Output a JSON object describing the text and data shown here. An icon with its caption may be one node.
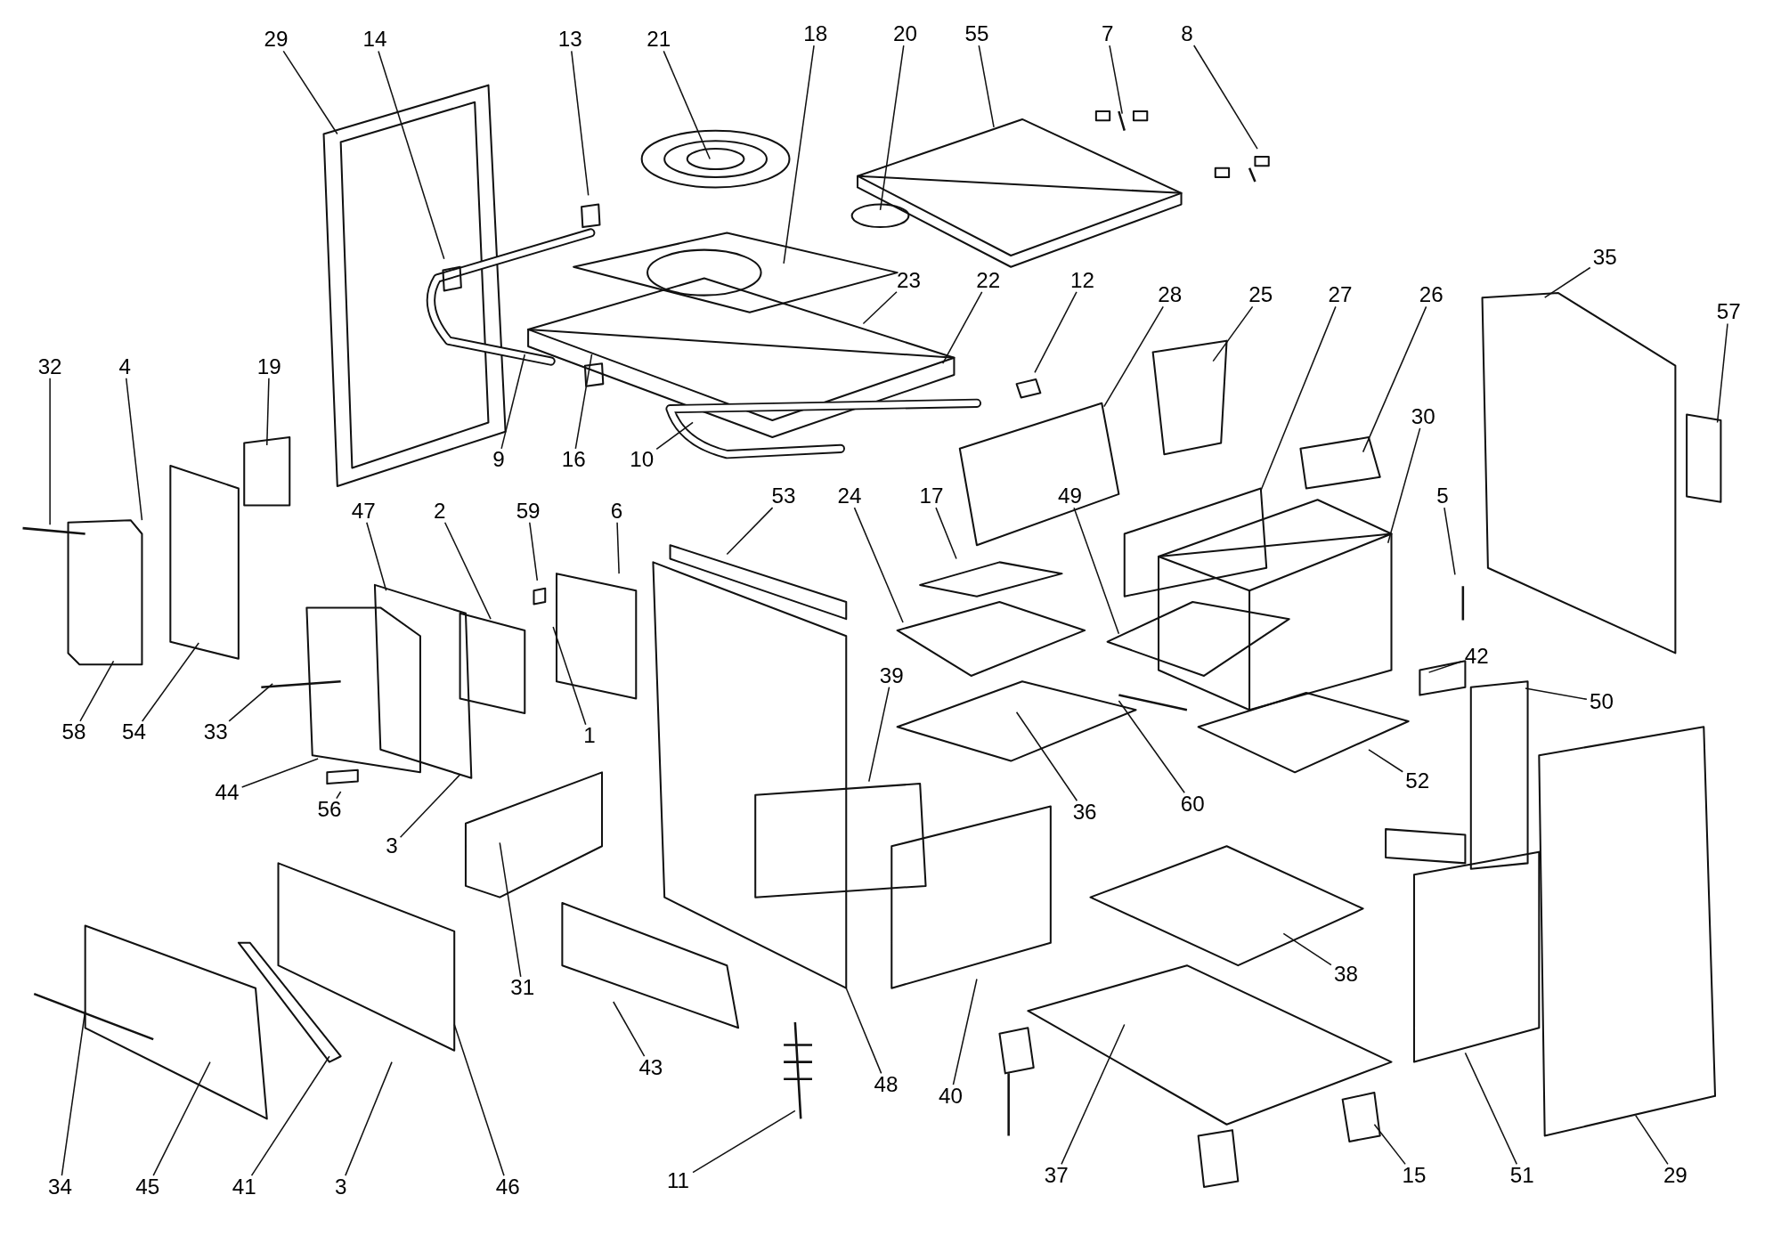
{
  "diagram": {
    "nodes": [
      {
        "text": [
          "29"
        ]
      },
      {
        "text": [
          "14"
        ]
      },
      {
        "text": [
          "13"
        ]
      },
      {
        "text": [
          "21"
        ]
      },
      {
        "text": [
          "18"
        ]
      },
      {
        "text": [
          "20"
        ]
      },
      {
        "text": [
          "55"
        ]
      },
      {
        "text": [
          "7"
        ]
      },
      {
        "text": [
          "8"
        ]
      },
      {
        "text": [
          "35"
        ]
      },
      {
        "text": [
          "23"
        ]
      },
      {
        "text": [
          "22"
        ]
      },
      {
        "text": [
          "12"
        ]
      },
      {
        "text": [
          "28"
        ]
      },
      {
        "text": [
          "25"
        ]
      },
      {
        "text": [
          "27"
        ]
      },
      {
        "text": [
          "26"
        ]
      },
      {
        "text": [
          "57"
        ]
      },
      {
        "text": [
          "32"
        ]
      },
      {
        "text": [
          "4"
        ]
      },
      {
        "text": [
          "19"
        ]
      },
      {
        "text": [
          "30"
        ]
      },
      {
        "text": [
          "9"
        ]
      },
      {
        "text": [
          "16"
        ]
      },
      {
        "text": [
          "10"
        ]
      },
      {
        "text": [
          "53"
        ]
      },
      {
        "text": [
          "24"
        ]
      },
      {
        "text": [
          "5"
        ]
      },
      {
        "text": [
          "47"
        ]
      },
      {
        "text": [
          "2"
        ]
      },
      {
        "text": [
          "59"
        ]
      },
      {
        "text": [
          "6"
        ]
      },
      {
        "text": [
          "17"
        ]
      },
      {
        "text": [
          "49"
        ]
      },
      {
        "text": [
          "42"
        ]
      },
      {
        "text": [
          "39"
        ]
      },
      {
        "text": [
          "50"
        ]
      },
      {
        "text": [
          "58"
        ]
      },
      {
        "text": [
          "54"
        ]
      },
      {
        "text": [
          "33"
        ]
      },
      {
        "text": [
          "1"
        ]
      },
      {
        "text": [
          "52"
        ]
      },
      {
        "text": [
          "44"
        ]
      },
      {
        "text": [
          "60"
        ]
      },
      {
        "text": [
          "56"
        ]
      },
      {
        "text": [
          "36"
        ]
      },
      {
        "text": [
          "3"
        ]
      },
      {
        "text": [
          "38"
        ]
      },
      {
        "text": [
          "31"
        ]
      },
      {
        "text": [
          "43"
        ]
      },
      {
        "text": [
          "48"
        ]
      },
      {
        "text": [
          "40"
        ]
      },
      {
        "text": [
          "37"
        ]
      },
      {
        "text": [
          "15"
        ]
      },
      {
        "text": [
          "51"
        ]
      },
      {
        "text": [
          "29"
        ]
      },
      {
        "text": [
          "11"
        ]
      },
      {
        "text": [
          "34"
        ]
      },
      {
        "text": [
          "45"
        ]
      },
      {
        "text": [
          "41"
        ]
      },
      {
        "text": [
          "3"
        ]
      },
      {
        "text": [
          "46"
        ]
      }
    ],
    "edges": [
      {
        "from": 0,
        "to": null,
        "arrow": "none"
      },
      {
        "from": 1,
        "to": null,
        "arrow": "none"
      },
      {
        "from": 2,
        "to": null,
        "arrow": "none"
      },
      {
        "from": 3,
        "to": null,
        "arrow": "none"
      },
      {
        "from": 4,
        "to": null,
        "arrow": "none"
      },
      {
        "from": 5,
        "to": null,
        "arrow": "none"
      },
      {
        "from": 6,
        "to": null,
        "arrow": "none"
      },
      {
        "from": 7,
        "to": null,
        "arrow": "none"
      },
      {
        "from": 8,
        "to": null,
        "arrow": "none"
      },
      {
        "from": 9,
        "to": null,
        "arrow": "none"
      },
      {
        "from": 10,
        "to": null,
        "arrow": "none"
      },
      {
        "from": 11,
        "to": null,
        "arrow": "none"
      },
      {
        "from": 12,
        "to": null,
        "arrow": "none"
      },
      {
        "from": 13,
        "to": null,
        "arrow": "none"
      },
      {
        "from": 14,
        "to": null,
        "arrow": "none"
      },
      {
        "from": 15,
        "to": null,
        "arrow": "none"
      },
      {
        "from": 16,
        "to": null,
        "arrow": "none"
      },
      {
        "from": 17,
        "to": null,
        "arrow": "none"
      },
      {
        "from": 18,
        "to": null,
        "arrow": "none"
      },
      {
        "from": 19,
        "to": null,
        "arrow": "none"
      },
      {
        "from": 20,
        "to": null,
        "arrow": "none"
      },
      {
        "from": 21,
        "to": null,
        "arrow": "none"
      },
      {
        "from": 22,
        "to": null,
        "arrow": "none"
      },
      {
        "from": 23,
        "to": null,
        "arrow": "none"
      },
      {
        "from": 24,
        "to": null,
        "arrow": "none"
      },
      {
        "from": 25,
        "to": null,
        "arrow": "none"
      },
      {
        "from": 26,
        "to": null,
        "arrow": "none"
      },
      {
        "from": 27,
        "to": null,
        "arrow": "none"
      },
      {
        "from": 28,
        "to": null,
        "arrow": "none"
      },
      {
        "from": 29,
        "to": null,
        "arrow": "none"
      },
      {
        "from": 30,
        "to": null,
        "arrow": "none"
      },
      {
        "from": 31,
        "to": null,
        "arrow": "none"
      },
      {
        "from": 32,
        "to": null,
        "arrow": "none"
      },
      {
        "from": 33,
        "to": null,
        "arrow": "none"
      },
      {
        "from": 34,
        "to": null,
        "arrow": "none"
      },
      {
        "from": 35,
        "to": null,
        "arrow": "none"
      },
      {
        "from": 36,
        "to": null,
        "arrow": "none"
      },
      {
        "from": 37,
        "to": null,
        "arrow": "none"
      },
      {
        "from": 38,
        "to": null,
        "arrow": "none"
      },
      {
        "from": 39,
        "to": null,
        "arrow": "none"
      },
      {
        "from": 40,
        "to": null,
        "arrow": "none"
      },
      {
        "from": 41,
        "to": null,
        "arrow": "none"
      },
      {
        "from": 42,
        "to": null,
        "arrow": "none"
      },
      {
        "from": 43,
        "to": null,
        "arrow": "none"
      },
      {
        "from": 44,
        "to": null,
        "arrow": "none"
      },
      {
        "from": 45,
        "to": null,
        "arrow": "none"
      },
      {
        "from": 46,
        "to": null,
        "arrow": "none"
      },
      {
        "from": 47,
        "to": null,
        "arrow": "none"
      },
      {
        "from": 48,
        "to": null,
        "arrow": "none"
      },
      {
        "from": 49,
        "to": null,
        "arrow": "none"
      },
      {
        "from": 50,
        "to": null,
        "arrow": "none"
      },
      {
        "from": 51,
        "to": null,
        "arrow": "none"
      },
      {
        "from": 52,
        "to": null,
        "arrow": "none"
      },
      {
        "from": 53,
        "to": null,
        "arrow": "none"
      },
      {
        "from": 54,
        "to": null,
        "arrow": "none"
      },
      {
        "from": 55,
        "to": null,
        "arrow": "none"
      },
      {
        "from": 56,
        "to": null,
        "arrow": "none"
      },
      {
        "from": 57,
        "to": null,
        "arrow": "none"
      },
      {
        "from": 58,
        "to": null,
        "arrow": "none"
      },
      {
        "from": 59,
        "to": null,
        "arrow": "none"
      },
      {
        "from": 60,
        "to": null,
        "arrow": "none"
      },
      {
        "from": 61,
        "to": null,
        "arrow": "none"
      }
    ]
  }
}
